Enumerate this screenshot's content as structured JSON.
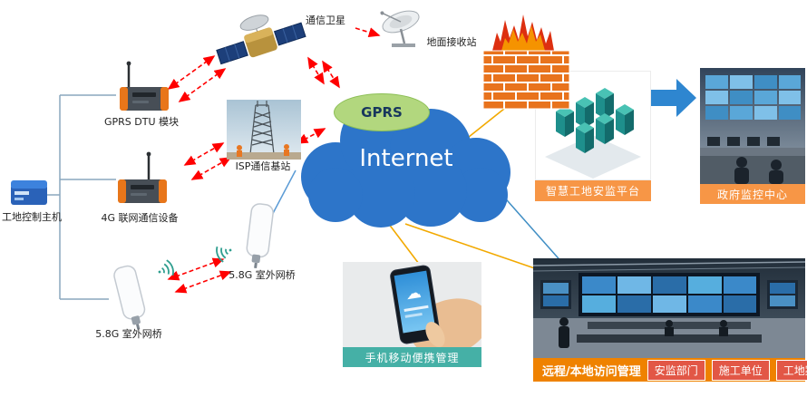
{
  "labels": {
    "host": "工地控制主机",
    "gprs_dtu": "GPRS DTU 模块",
    "four_g": "4G 联网通信设备",
    "bridge_left": "5.8G 室外网桥",
    "bridge_right": "5.8G 室外网桥",
    "isp_station": "ISP通信基站",
    "satellite": "通信卫星",
    "ground_station": "地面接收站"
  },
  "clouds": {
    "gprs": "GPRS",
    "internet": "Internet"
  },
  "panels": {
    "safety_platform": {
      "title": "智慧工地安监平台"
    },
    "gov_center": {
      "title": "政府监控中心"
    },
    "mobile": {
      "title": "手机移动便携管理"
    },
    "access": {
      "title": "远程/本地访问管理",
      "buttons": [
        "安监部门",
        "施工单位",
        "工地案场"
      ]
    }
  },
  "colors": {
    "wireless_arrow": "#ff0000",
    "internet_cloud": "#2d75c9",
    "gprs_cloud": "#b2d77e",
    "panel_bar_orange": "#f79646",
    "panel_bar_teal": "#45b0a6",
    "access_bar_orange": "#ef8200",
    "access_button": "#e25746",
    "flow_arrow": "#2e86d0",
    "firewall_brick": "#e8731d"
  }
}
